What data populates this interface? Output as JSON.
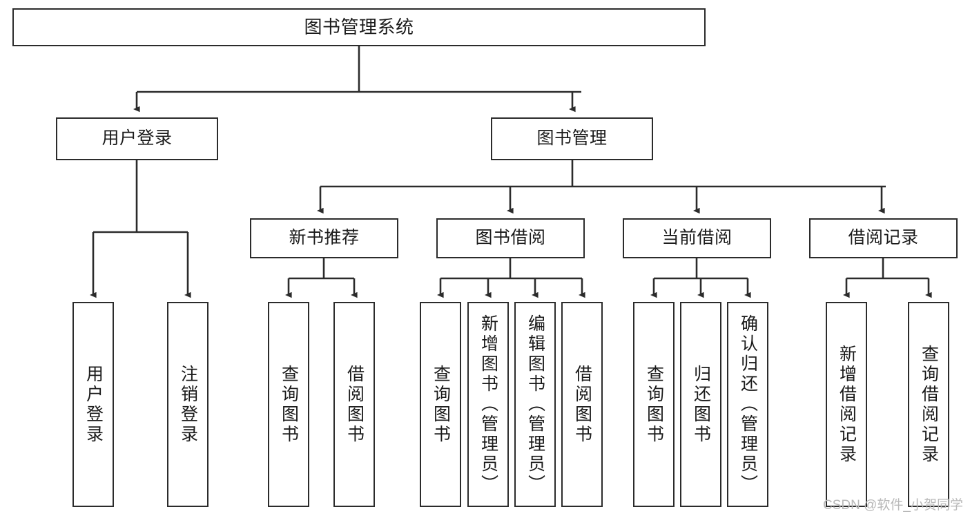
{
  "diagram": {
    "title": "图书管理系统",
    "watermark": "CSDN @软件_小贺同学",
    "colors": {
      "stroke": "#2b2b2b",
      "fill": "#ffffff",
      "text": "#1b1b1b",
      "watermark": "#b8b8b8"
    },
    "nodes": {
      "root": {
        "label": "图书管理系统"
      },
      "level2": [
        {
          "label": "用户登录"
        },
        {
          "label": "图书管理"
        }
      ],
      "level3": [
        {
          "label": "新书推荐"
        },
        {
          "label": "图书借阅"
        },
        {
          "label": "当前借阅"
        },
        {
          "label": "借阅记录"
        }
      ],
      "leaves": {
        "user_login": [
          {
            "label": "用户登录"
          },
          {
            "label": "注销登录"
          }
        ],
        "new_book_recommend": [
          {
            "label": "查询图书"
          },
          {
            "label": "借阅图书"
          }
        ],
        "book_borrow": [
          {
            "label": "查询图书"
          },
          {
            "label": "新增图书（管理员）"
          },
          {
            "label": "编辑图书（管理员）"
          },
          {
            "label": "借阅图书"
          }
        ],
        "current_borrow": [
          {
            "label": "查询图书"
          },
          {
            "label": "归还图书"
          },
          {
            "label": "确认归还（管理员）"
          }
        ],
        "borrow_record": [
          {
            "label": "新增借阅记录"
          },
          {
            "label": "查询借阅记录"
          }
        ]
      }
    }
  }
}
